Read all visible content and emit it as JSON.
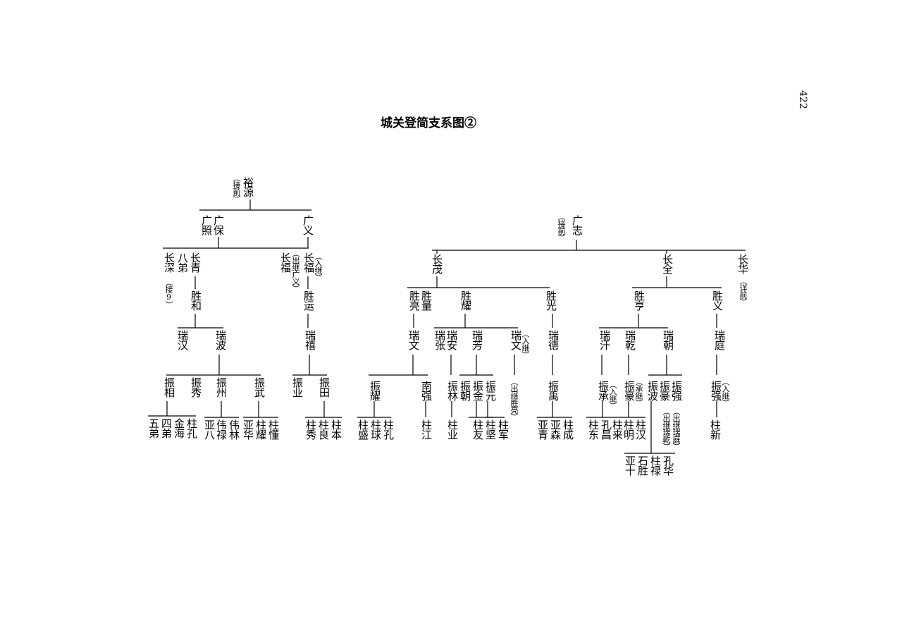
{
  "page_number": "422",
  "title": "城关登简支系图②",
  "nodes": {
    "yuyuan": "裕源",
    "yuyuan_note": "（接前）",
    "guangzhao": "广照",
    "guangbao": "广保",
    "guangyi": "广义",
    "changshen": "长深",
    "changshen_note": "（接9）",
    "badi": "八弟",
    "changqing": "长青",
    "changfu_out": "长福",
    "changfu_out_note": "（出继广义）",
    "changfu_in": "长福",
    "changfu_in_note": "（入继）",
    "shenghe": "胜和",
    "shengyun": "胜运",
    "ruihan": "瑞汉",
    "ruibo": "瑞波",
    "ruixi": "瑞禧",
    "zhenxiang": "振相",
    "zhenxiu": "振秀",
    "zhenzhou": "振州",
    "zhenwu": "振武",
    "zhenye": "振业",
    "zhentian": "振田",
    "r1_a": "五弟",
    "r1_b": "四弟",
    "r1_c": "金海",
    "r1_d": "柱孔",
    "r1_e": "亚八",
    "r1_f": "伟禄",
    "r1_g": "伟林",
    "r1_h": "亚华",
    "r1_i": "柱耀",
    "r1_j": "柱懂",
    "r1_k": "柱秀",
    "r1_l": "柱良",
    "r1_m": "柱本",
    "guangzhi": "广志",
    "guangzhi_note": "（接前）",
    "changmao": "长茂",
    "changquan": "长全",
    "changhua": "长华",
    "changhua_note": "（详前）",
    "shengliang1": "胜亮",
    "shengliang2": "胜量",
    "shengyao": "胜耀",
    "shengguang": "胜光",
    "shengheng": "胜亨",
    "shengyi": "胜义",
    "ruiwen": "瑞文",
    "ruizhang": "瑞张",
    "ruian": "瑞安",
    "ruifang": "瑞芳",
    "ruiwen2": "瑞文",
    "ruiwen2_note": "（入继）",
    "ruide": "瑞德",
    "ruigan": "瑞汗",
    "ruiqian": "瑞乾",
    "ruichao": "瑞朝",
    "ruiting": "瑞庭",
    "zhenyao": "振耀",
    "nanqiang": "南强",
    "zhenlin": "振林",
    "zhenchao": "振朝",
    "zhenjin": "振金",
    "zhenyuan": "振元",
    "chuji_note": "（出继胜亮）",
    "zhenyu": "振禹",
    "zhencheng": "振承",
    "zhencheng_note": "（入继）",
    "zhenhao": "振豪",
    "zhenhao_note": "（承继）",
    "zhenbo": "振波",
    "zhenhao2": "振豪",
    "zhenqiang": "振强",
    "zhenqiang_note": "（出继瑞乾）",
    "zhenqiang2": "振强",
    "zhenqiang2_note": "（入继）",
    "chuji2_note": "（出继瑞庭）",
    "r2_a": "柱盛",
    "r2_b": "柱球",
    "r2_c": "柱孔",
    "r2_d": "柱江",
    "r2_e": "柱业",
    "r2_f": "柱友",
    "r2_g": "柱坚",
    "r2_h": "柱军",
    "r2_i": "亚青",
    "r2_j": "亚森",
    "r2_k": "柱成",
    "r2_l": "柱东",
    "r2_m": "孔昌",
    "r2_n": "柱来",
    "r2_o": "柱明",
    "r2_p": "柱汉",
    "r2_q": "柱新",
    "r3_a": "亚十",
    "r3_b": "石胜",
    "r3_c": "柱禄",
    "r3_d": "孔华"
  }
}
